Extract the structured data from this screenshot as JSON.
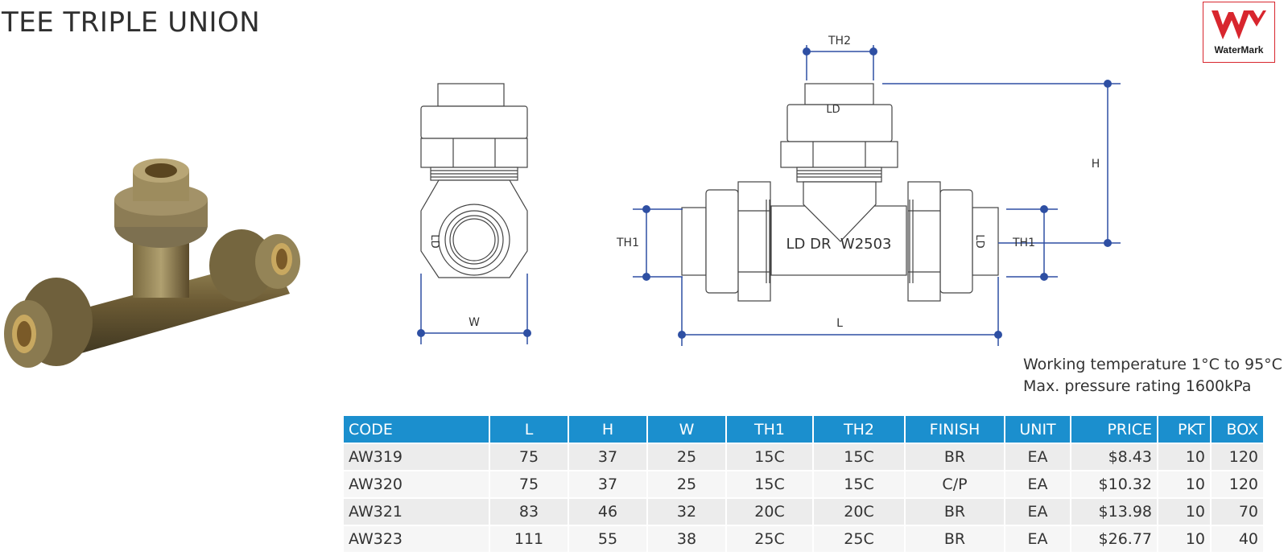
{
  "page": {
    "title": "TEE TRIPLE UNION"
  },
  "logo": {
    "text": "WaterMark",
    "brand_color": "#d8262e"
  },
  "drawing": {
    "labels": {
      "th2": "TH2",
      "h": "H",
      "th1_left": "TH1",
      "th1_right": "TH1",
      "w": "W",
      "l": "L"
    },
    "markings": {
      "side_top": "LD",
      "side_left": "LD",
      "body": "LD DR  W2503",
      "right_nut": "LD"
    },
    "dimension_color": "#2e4fa3"
  },
  "specs": {
    "temperature": "Working temperature 1°C to 95°C",
    "pressure": "Max. pressure rating 1600kPa"
  },
  "table": {
    "header_color": "#1b8fce",
    "columns": [
      "CODE",
      "L",
      "H",
      "W",
      "TH1",
      "TH2",
      "FINISH",
      "UNIT",
      "PRICE",
      "PKT",
      "BOX"
    ],
    "rows": [
      [
        "AW319",
        "75",
        "37",
        "25",
        "15C",
        "15C",
        "BR",
        "EA",
        "$8.43",
        "10",
        "120"
      ],
      [
        "AW320",
        "75",
        "37",
        "25",
        "15C",
        "15C",
        "C/P",
        "EA",
        "$10.32",
        "10",
        "120"
      ],
      [
        "AW321",
        "83",
        "46",
        "32",
        "20C",
        "20C",
        "BR",
        "EA",
        "$13.98",
        "10",
        "70"
      ],
      [
        "AW323",
        "111",
        "55",
        "38",
        "25C",
        "25C",
        "BR",
        "EA",
        "$26.77",
        "10",
        "40"
      ]
    ]
  }
}
